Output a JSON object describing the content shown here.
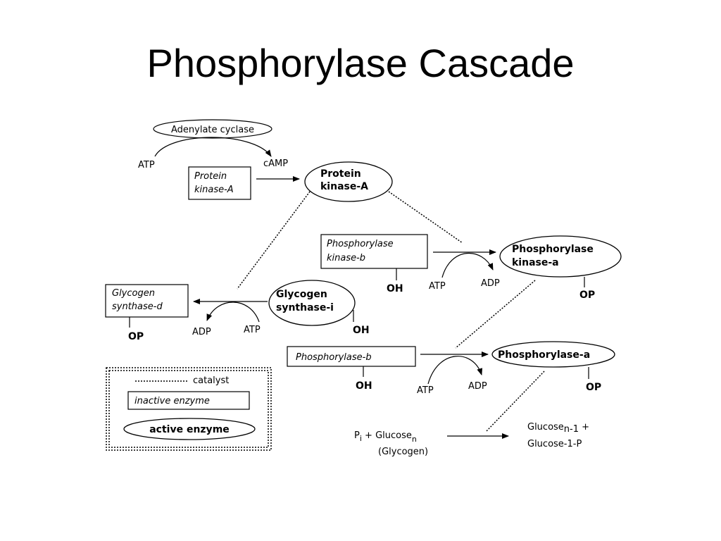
{
  "title": "Phosphorylase Cascade",
  "diagram": {
    "adenylate_cyclase": "Adenylate cyclase",
    "atp_1": "ATP",
    "camp": "cAMP",
    "protein_kinase_inactive": [
      "Protein",
      "kinase-A"
    ],
    "protein_kinase_active": [
      "Protein",
      "kinase-A"
    ],
    "phos_kinase_inactive": [
      "Phosphorylase",
      "kinase-b"
    ],
    "phos_kinase_inactive_group": "OH",
    "phos_kinase_active": [
      "Phosphorylase",
      "kinase-a"
    ],
    "phos_kinase_active_group": "OP",
    "atp_2": "ATP",
    "adp_2": "ADP",
    "glycogen_synthase_inactive": [
      "Glycogen",
      "synthase-d"
    ],
    "glycogen_synthase_inactive_group": "OP",
    "glycogen_synthase_active": [
      "Glycogen",
      "synthase-i"
    ],
    "glycogen_synthase_active_group": "OH",
    "adp_3": "ADP",
    "atp_3": "ATP",
    "phosphorylase_inactive": "Phosphorylase-b",
    "phosphorylase_inactive_group": "OH",
    "phosphorylase_active": "Phosphorylase-a",
    "phosphorylase_active_group": "OP",
    "atp_4": "ATP",
    "adp_4": "ADP",
    "reaction_left": {
      "p": "P",
      "p_sub": "i",
      "mid": " + Glucose",
      "n_sub": "n",
      "glycogen": "(Glycogen)"
    },
    "reaction_right": {
      "glucose": "Glucose",
      "sub": "n-1",
      "plus": " +",
      "g1p": "Glucose-1-P"
    }
  },
  "legend": {
    "catalyst": "catalyst",
    "inactive": "inactive enzyme",
    "active": "active enzyme"
  }
}
